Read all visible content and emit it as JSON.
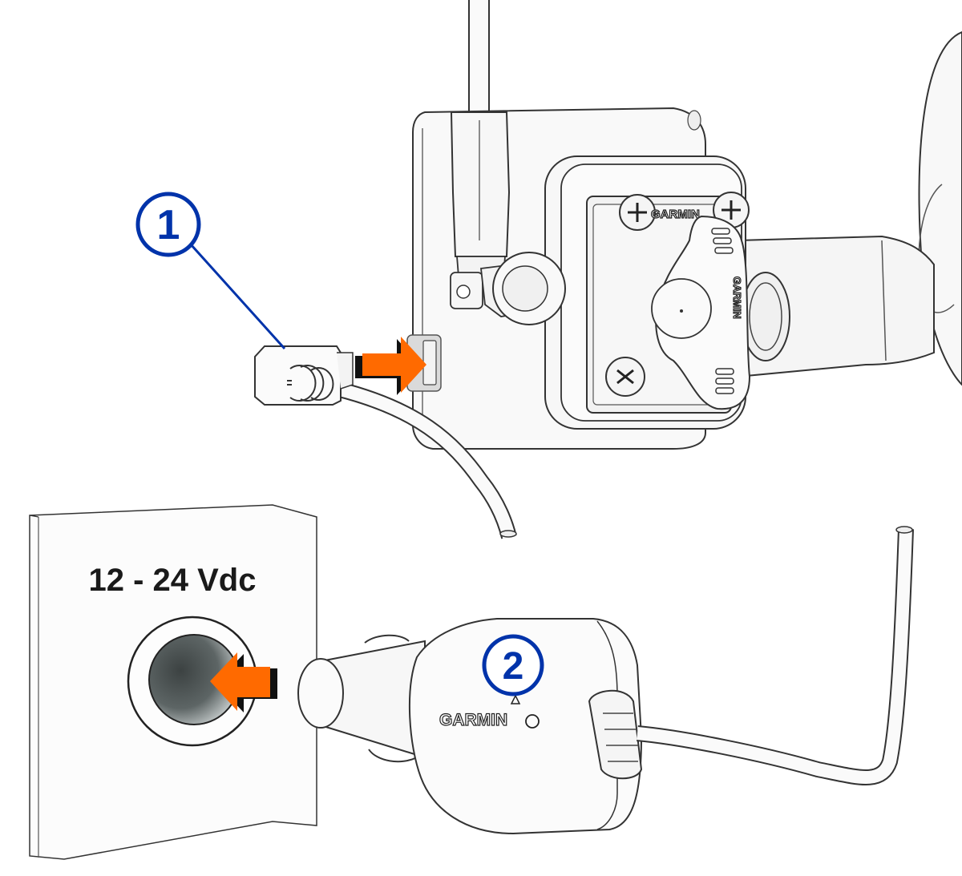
{
  "figure": {
    "description": "Connecting the device mount to vehicle power",
    "colors": {
      "callout": "#0033aa",
      "arrow": "#ff6a00",
      "arrow_shadow": "#111111",
      "outline": "#333333",
      "part_fill": "#f7f7f7",
      "socket_dark": "#4a4f50"
    }
  },
  "callouts": [
    {
      "number": "1",
      "target": "mini-USB power connector on mount"
    },
    {
      "number": "2",
      "target": "vehicle power adapter"
    }
  ],
  "socket_panel": {
    "voltage_label": "12 - 24 Vdc"
  },
  "brand_labels": {
    "mount_plate": "GARMIN",
    "knob": "GARMIN",
    "adapter": "GARMIN"
  },
  "arrows": [
    {
      "direction": "right",
      "meaning": "insert connector into mount port"
    },
    {
      "direction": "left",
      "meaning": "insert adapter into power socket"
    }
  ]
}
